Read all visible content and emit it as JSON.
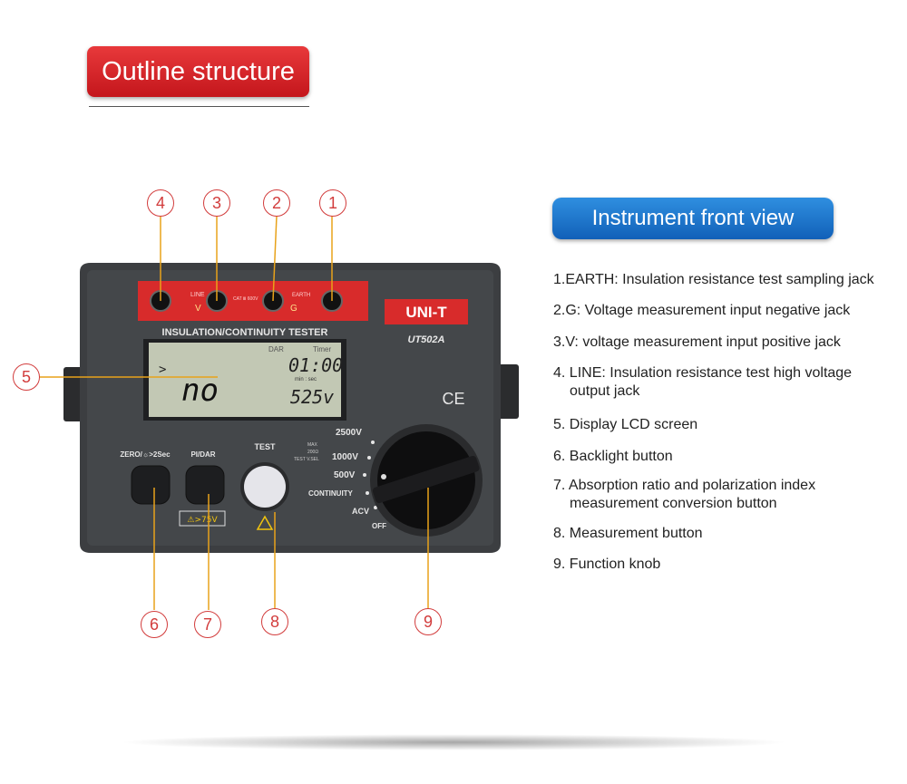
{
  "header": {
    "title": "Outline structure"
  },
  "section": {
    "title": "Instrument front view"
  },
  "descriptions": [
    {
      "lines": [
        "1.EARTH: Insulation resistance test sampling jack"
      ]
    },
    {
      "lines": [
        "2.G: Voltage measurement input negative jack"
      ]
    },
    {
      "lines": [
        "3.V: voltage measurement input positive jack"
      ]
    },
    {
      "lines": [
        "4. LINE: Insulation resistance test high voltage",
        "output jack"
      ]
    },
    {
      "lines": [
        "5. Display LCD screen"
      ]
    },
    {
      "lines": [
        "6. Backlight button"
      ]
    },
    {
      "lines": [
        "7. Absorption ratio and polarization index",
        "measurement conversion button"
      ]
    },
    {
      "lines": [
        "8. Measurement button"
      ]
    },
    {
      "lines": [
        "9. Function knob"
      ]
    }
  ],
  "callouts": [
    "1",
    "2",
    "3",
    "4",
    "5",
    "6",
    "7",
    "8",
    "9"
  ],
  "device": {
    "brand": "UNI-T",
    "model": "UT502A",
    "panel_label": "INSULATION/CONTINUITY TESTER",
    "ce_mark": "CE",
    "jacks": {
      "line": "LINE",
      "v": "V",
      "cat": "CAT Ⅲ 600V",
      "g": "G",
      "earth": "EARTH"
    },
    "lcd": {
      "dar": "DAR",
      "timer": "Timer",
      "arrow": ">",
      "time": "01:00",
      "time_unit": "min : sec",
      "main": "no",
      "voltage": "525v"
    },
    "buttons": {
      "zero": "ZERO/☼>2Sec",
      "pi_dar": "PI/DAR",
      "test": "TEST",
      "warning": "⚠>75V"
    },
    "knob": {
      "v2500": "2500V",
      "v1000": "1000V",
      "v500": "500V",
      "continuity": "CONTINUITY",
      "acv": "ACV",
      "off": "OFF",
      "max": "MAX",
      "max_val": "200Ω",
      "test_sel": "TEST V.SEL"
    }
  },
  "colors": {
    "red": "#d23c3c",
    "title_red": "#d7262b",
    "title_blue": "#1f7ad0",
    "body": "#3c3e41",
    "lcd": "#c2c8b4"
  }
}
